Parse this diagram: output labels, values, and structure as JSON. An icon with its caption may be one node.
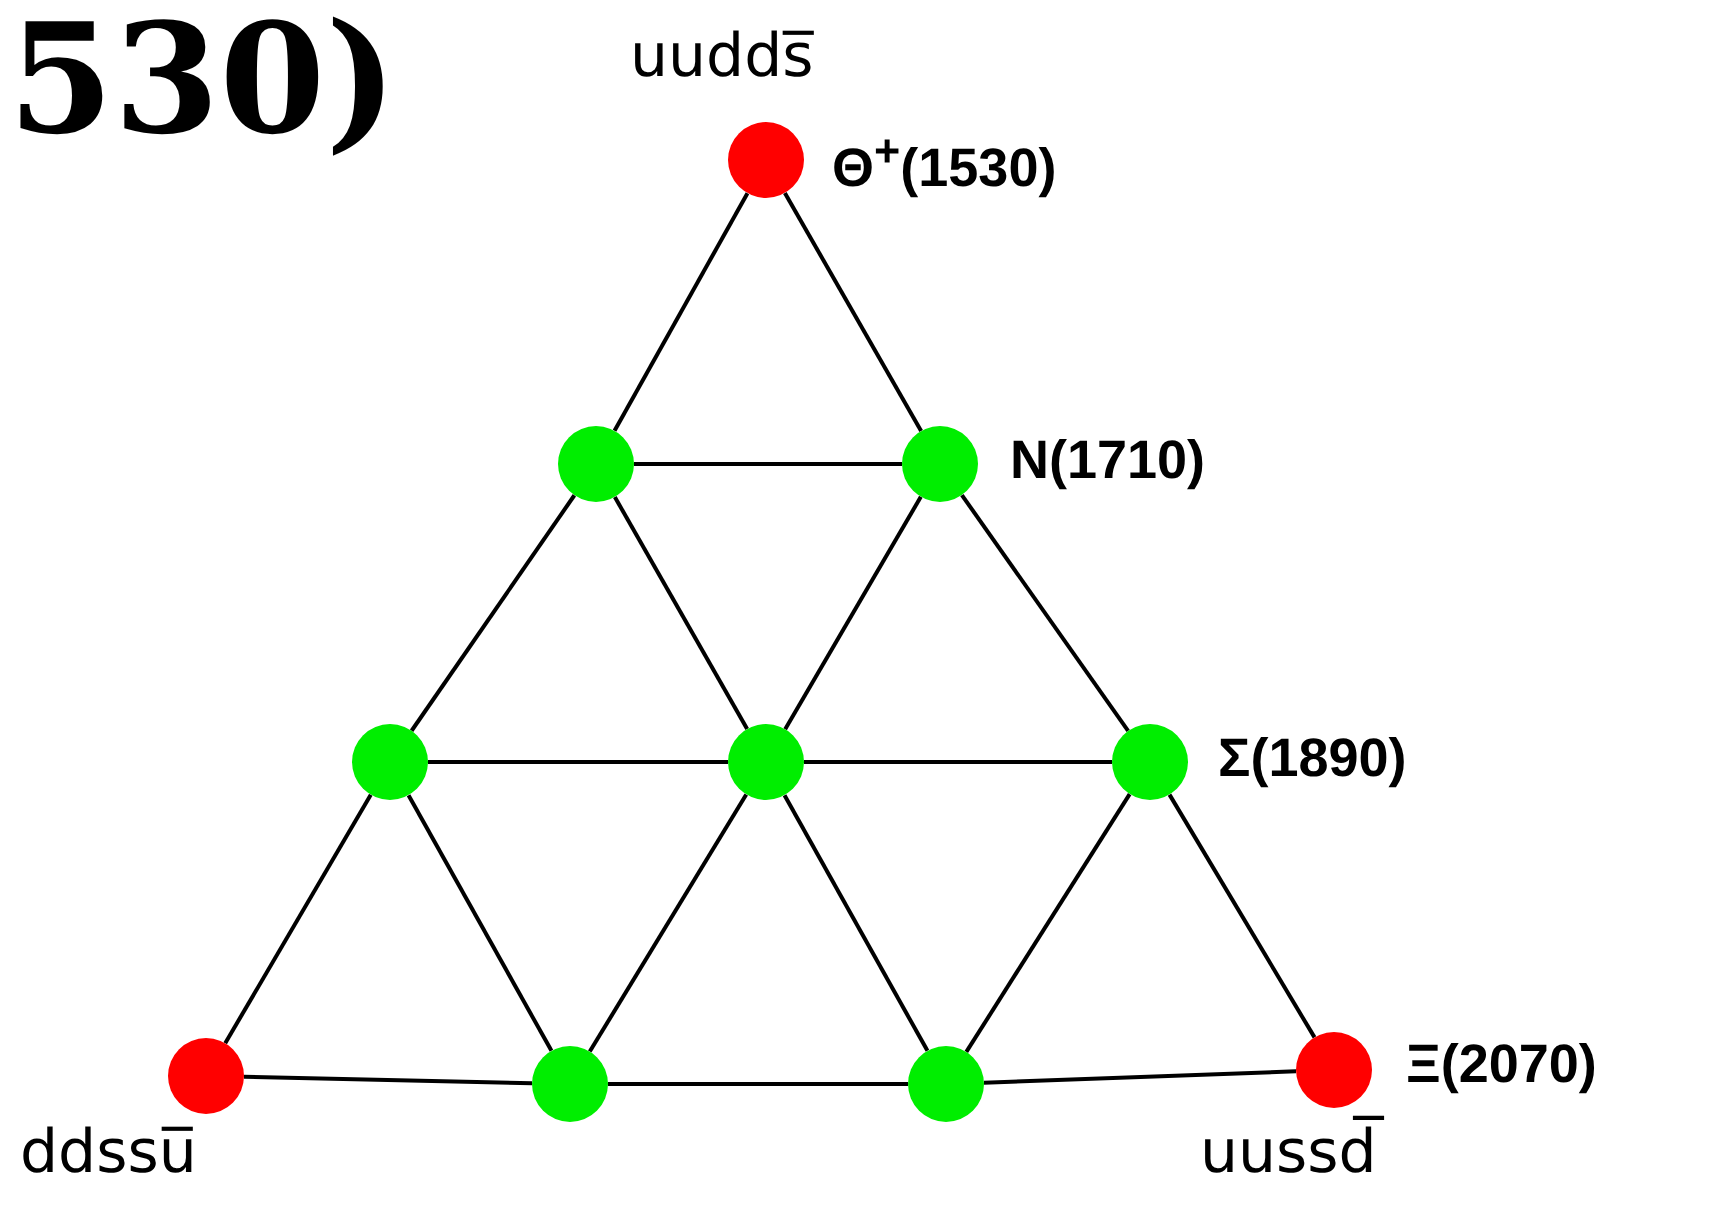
{
  "diagram": {
    "nodes": [
      {
        "text": [],
        "shape": "circle",
        "beside": [
          "uudds̅",
          "Θ$^{+}$(1530)"
        ]
      },
      {
        "text": [],
        "shape": "circle"
      },
      {
        "text": [],
        "shape": "circle",
        "beside": [
          "N(1710)"
        ]
      },
      {
        "text": [],
        "shape": "circle"
      },
      {
        "text": [],
        "shape": "circle"
      },
      {
        "text": [],
        "shape": "circle",
        "beside": [
          "Σ(1890)"
        ]
      },
      {
        "text": [],
        "shape": "circle",
        "beside": [
          "ddssu̅"
        ]
      },
      {
        "text": [],
        "shape": "circle"
      },
      {
        "text": [],
        "shape": "circle"
      },
      {
        "text": [],
        "shape": "circle",
        "beside": [
          "Ξ(2070)",
          "uussd̅"
        ]
      }
    ],
    "edges": [
      {
        "from": 0,
        "to": 1,
        "arrow": "none"
      },
      {
        "from": 0,
        "to": 2,
        "arrow": "none"
      },
      {
        "from": 1,
        "to": 2,
        "arrow": "none"
      },
      {
        "from": 1,
        "to": 3,
        "arrow": "none"
      },
      {
        "from": 1,
        "to": 4,
        "arrow": "none"
      },
      {
        "from": 2,
        "to": 4,
        "arrow": "none"
      },
      {
        "from": 2,
        "to": 5,
        "arrow": "none"
      },
      {
        "from": 3,
        "to": 4,
        "arrow": "none"
      },
      {
        "from": 4,
        "to": 5,
        "arrow": "none"
      },
      {
        "from": 3,
        "to": 6,
        "arrow": "none"
      },
      {
        "from": 3,
        "to": 7,
        "arrow": "none"
      },
      {
        "from": 4,
        "to": 7,
        "arrow": "none"
      },
      {
        "from": 4,
        "to": 8,
        "arrow": "none"
      },
      {
        "from": 5,
        "to": 8,
        "arrow": "none"
      },
      {
        "from": 5,
        "to": 9,
        "arrow": "none"
      },
      {
        "from": 6,
        "to": 7,
        "arrow": "none"
      },
      {
        "from": 7,
        "to": 8,
        "arrow": "none"
      },
      {
        "from": 8,
        "to": 9,
        "arrow": "none"
      }
    ],
    "labels": [
      "530)"
    ]
  }
}
